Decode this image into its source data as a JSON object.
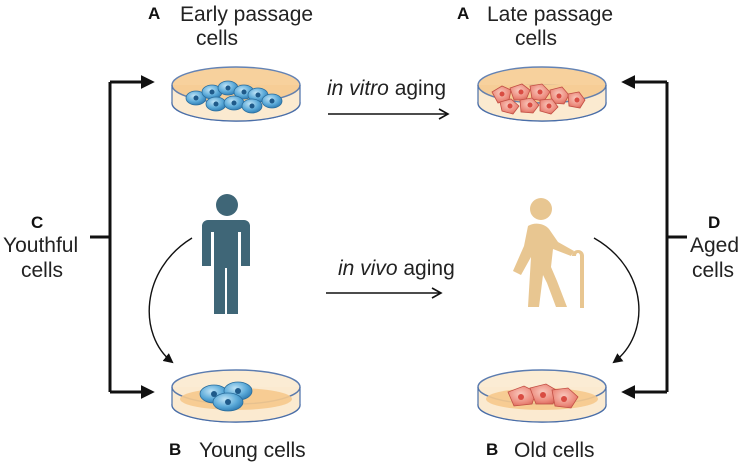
{
  "panels": {
    "top_left": {
      "letter": "A",
      "line1": "Early passage",
      "line2": "cells"
    },
    "top_right": {
      "letter": "A",
      "line1": "Late passage",
      "line2": "cells"
    },
    "bottom_left": {
      "letter": "B",
      "label": "Young cells"
    },
    "bottom_right": {
      "letter": "B",
      "label": "Old cells"
    }
  },
  "side": {
    "left": {
      "letter": "C",
      "line1": "Youthful",
      "line2": "cells"
    },
    "right": {
      "letter": "D",
      "line1": "Aged",
      "line2": "cells"
    }
  },
  "arrows": {
    "in_vitro": {
      "prefix": "in vitro",
      "suffix": " aging"
    },
    "in_vivo": {
      "prefix": "in vivo",
      "suffix": " aging"
    }
  },
  "icons": {
    "young_person": "standing-person-icon",
    "old_person": "elderly-person-with-cane-icon",
    "dish": "petri-dish-icon"
  },
  "colors": {
    "young_person": "#3f6677",
    "old_person": "#e8c691",
    "young_cell": "#5aa9d8",
    "old_cell": "#e8756a",
    "medium": "#f6c98c",
    "dish_rim": "#4a6ea8"
  }
}
